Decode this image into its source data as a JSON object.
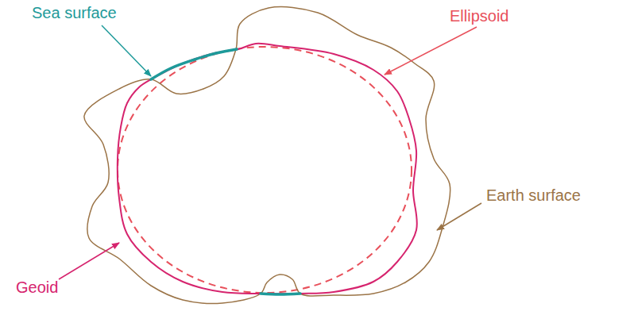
{
  "diagram": {
    "labels": [
      "Sea surface",
      "Ellipsoid",
      "Earth surface",
      "Geoid"
    ]
  }
}
